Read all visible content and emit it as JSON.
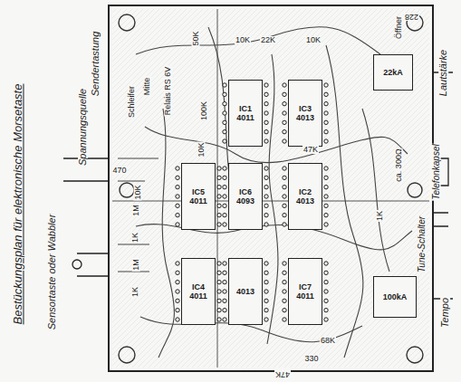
{
  "diagram": {
    "title": "Bestückungsplan für elektronische Morsetaste",
    "nodes": [
      {
        "text": [
          "IC1",
          "4011"
        ]
      },
      {
        "text": [
          "IC3",
          "4013"
        ]
      },
      {
        "text": [
          "IC5",
          "4011"
        ]
      },
      {
        "text": [
          "IC6",
          "4093"
        ]
      },
      {
        "text": [
          "IC2",
          "4013"
        ]
      },
      {
        "text": [
          "IC4",
          "4011"
        ]
      },
      {
        "text": [
          "4013"
        ]
      },
      {
        "text": [
          "IC7",
          "4011"
        ]
      },
      {
        "text": [
          "22kA"
        ]
      },
      {
        "text": [
          "100kA"
        ]
      }
    ],
    "labels": [
      "Sensortaste oder Wabbler",
      "Spannungsquelle",
      "Sendertastung",
      "Schleifer",
      "Mitte",
      "Öffner",
      "Relais RS 6V",
      "Lautstärke",
      "ca. 300Ω",
      "Telefonkapsel",
      "Tune-Schalter",
      "Tempo",
      "50K",
      "22K",
      "10K",
      "10K",
      "228",
      "470",
      "1M",
      "10K",
      "1K",
      "1M",
      "1K",
      "100K",
      "10K",
      "47K",
      "1K",
      "68K",
      "330",
      "47K"
    ]
  }
}
